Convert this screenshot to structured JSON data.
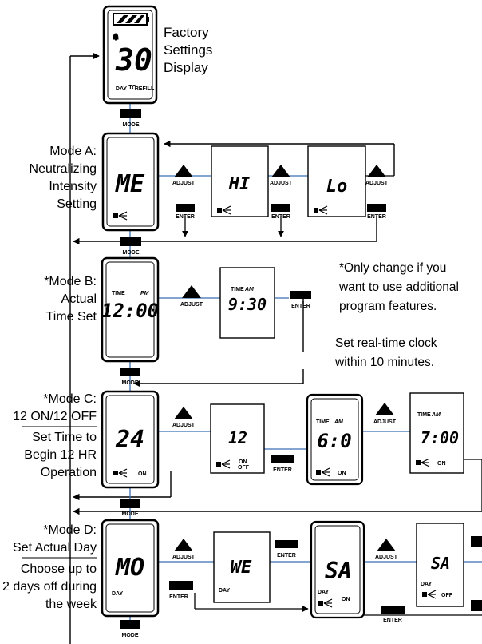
{
  "factory": {
    "label_lines": [
      "Factory",
      "Settings",
      "Display"
    ],
    "display_value": "30",
    "day_to_refill": [
      "DAY",
      "TO",
      "REFILL"
    ]
  },
  "mode_a": {
    "label_lines": [
      "Mode A:",
      "Neutralizing",
      "Intensity",
      "Setting"
    ],
    "displays": [
      "ME",
      "HI",
      "Lo"
    ]
  },
  "mode_b": {
    "label_lines": [
      "*Mode B:",
      "Actual",
      "Time Set"
    ],
    "time_word": "TIME",
    "pm": "PM",
    "am": "AM",
    "display1": "12:00",
    "display2": "9:30"
  },
  "mode_c": {
    "label_top": [
      "*Mode C:",
      "12 ON/12 OFF"
    ],
    "label_bottom": [
      "Set Time to",
      "Begin 12 HR",
      "Operation"
    ],
    "display1": "24",
    "display2": "12",
    "display3": "6:0",
    "display4": "7:00"
  },
  "mode_d": {
    "label_top": [
      "*Mode D:",
      "Set Actual Day"
    ],
    "label_bottom": [
      "Choose up to",
      "2 days off during",
      "the week"
    ],
    "displays": [
      "MO",
      "WE",
      "SA",
      "SA"
    ]
  },
  "buttons": {
    "mode": "MODE",
    "adjust": "ADJUST",
    "enter": "ENTER"
  },
  "indicators": {
    "on": "ON",
    "off": "OFF",
    "day": "DAY"
  },
  "notes": {
    "optional": [
      "*Only change if you",
      "want to use additional",
      "program features."
    ],
    "clock": [
      "Set real-time clock",
      "within 10 minutes."
    ]
  }
}
